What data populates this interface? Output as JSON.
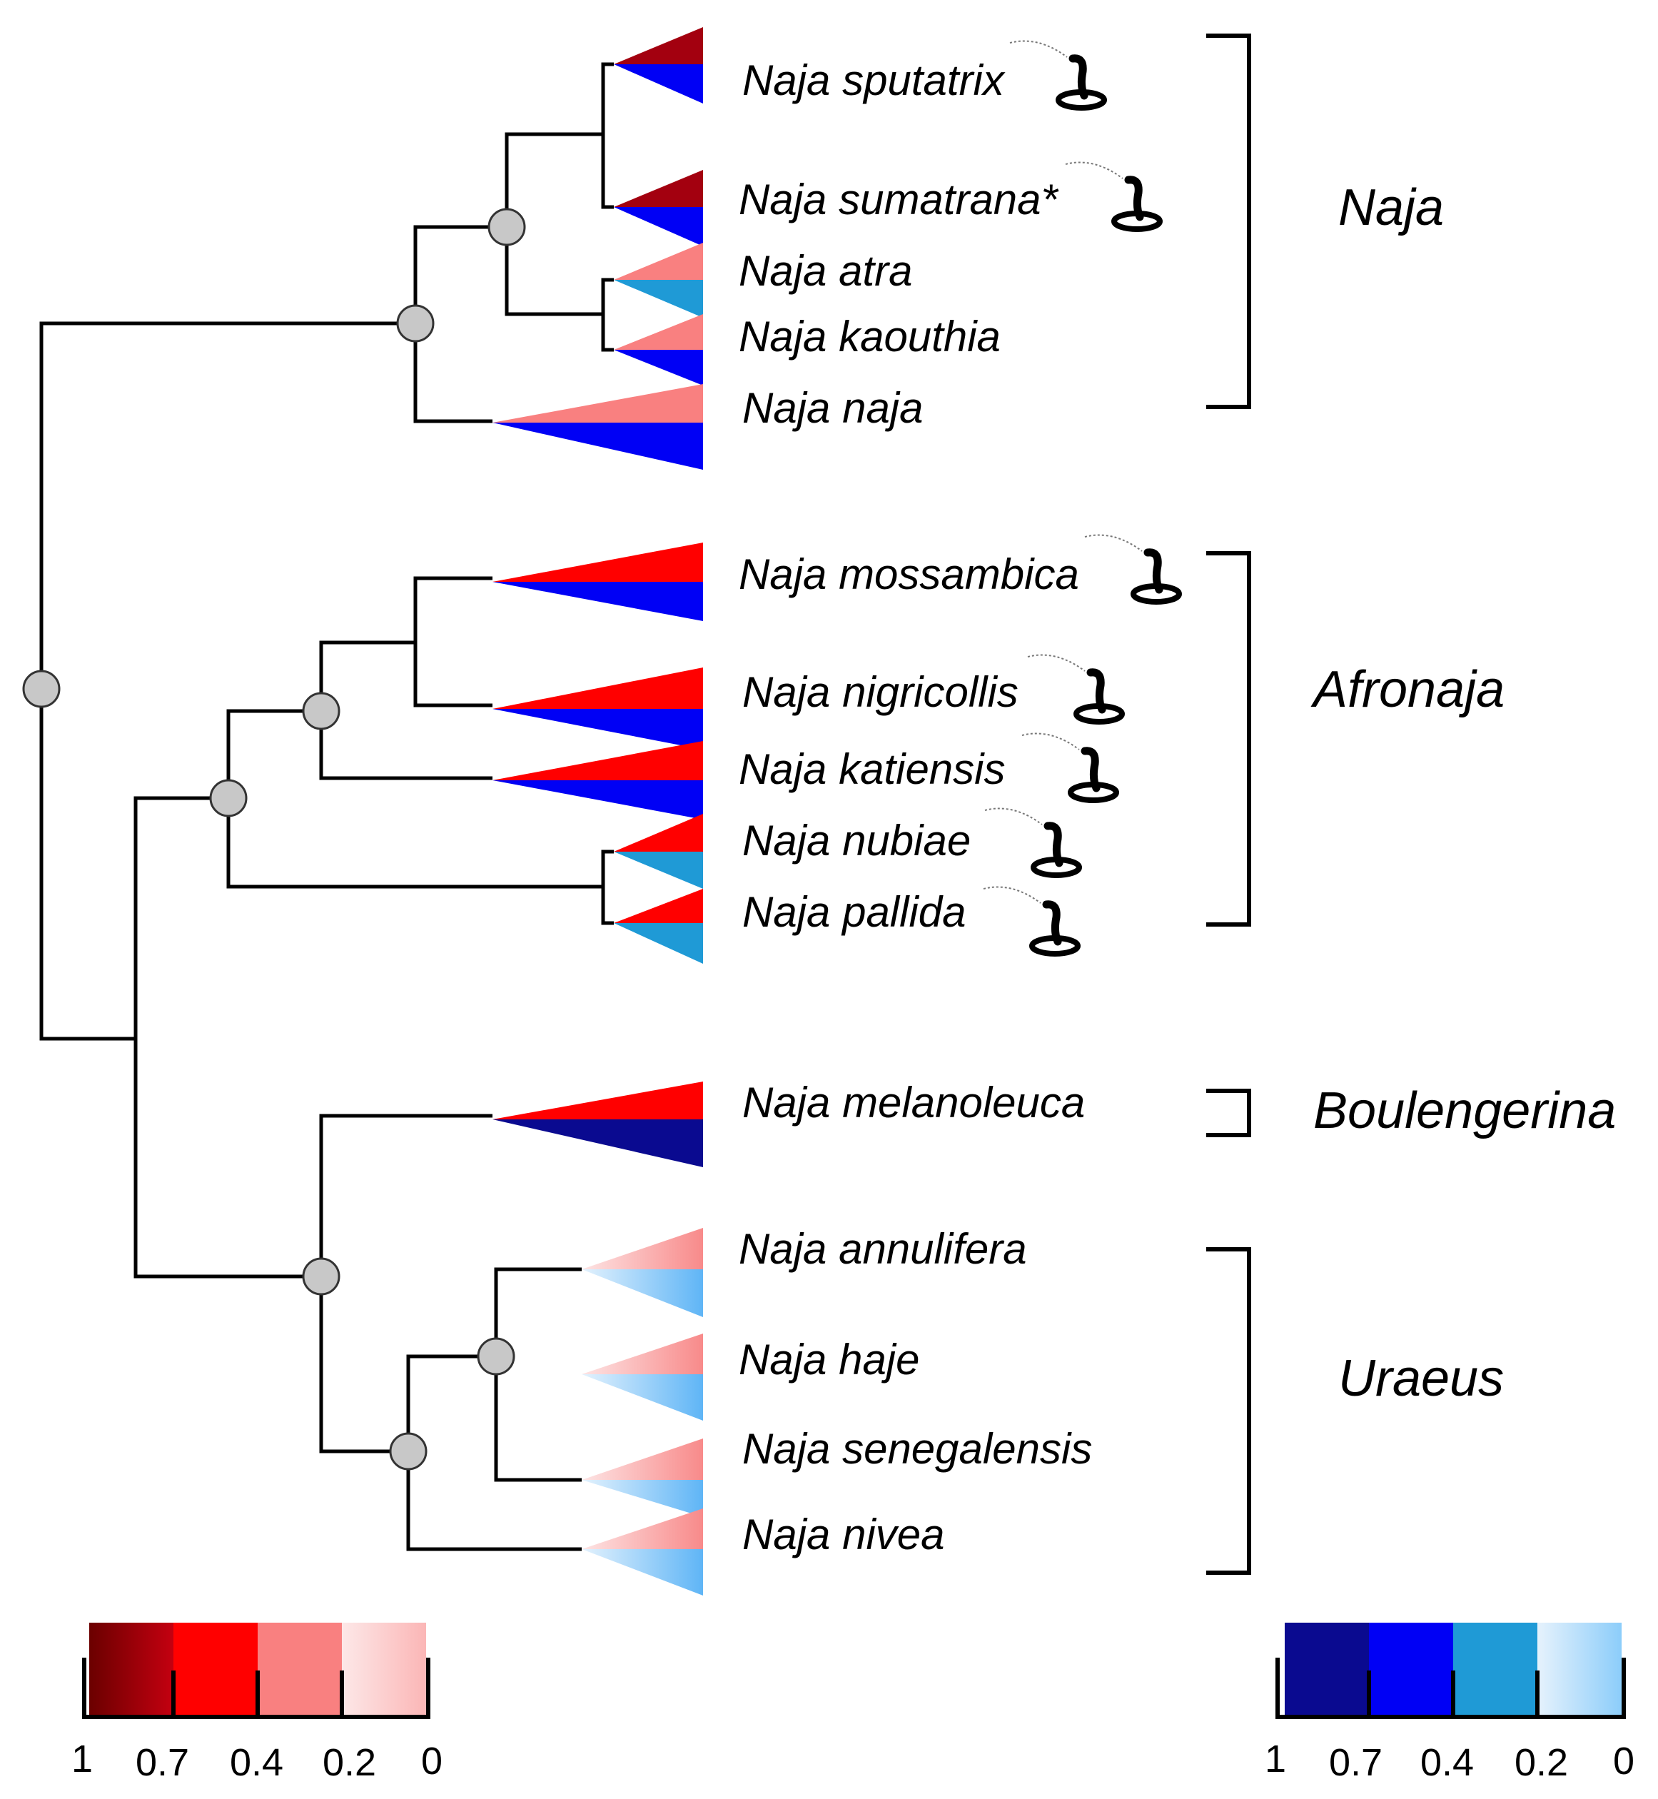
{
  "taxa": [
    {
      "name": "Naja sputatrix",
      "top": "dark_red",
      "bottom": "blue",
      "spitting": true
    },
    {
      "name": "Naja sumatrana*",
      "top": "dark_red",
      "bottom": "blue",
      "spitting": true
    },
    {
      "name": "Naja atra",
      "top": "salmon",
      "bottom": "teal",
      "spitting": false
    },
    {
      "name": "Naja kaouthia",
      "top": "salmon",
      "bottom": "blue",
      "spitting": false
    },
    {
      "name": "Naja naja",
      "top": "salmon",
      "bottom": "blue",
      "spitting": false
    },
    {
      "name": "Naja mossambica",
      "top": "red",
      "bottom": "blue",
      "spitting": true
    },
    {
      "name": "Naja nigricollis",
      "top": "red",
      "bottom": "blue",
      "spitting": true
    },
    {
      "name": "Naja katiensis",
      "top": "red",
      "bottom": "blue",
      "spitting": true
    },
    {
      "name": "Naja nubiae",
      "top": "red",
      "bottom": "teal",
      "spitting": true
    },
    {
      "name": "Naja pallida",
      "top": "red",
      "bottom": "teal",
      "spitting": true
    },
    {
      "name": "Naja melanoleuca",
      "top": "red",
      "bottom": "navy",
      "spitting": false
    },
    {
      "name": "Naja annulifera",
      "top": "pale_red",
      "bottom": "light_blue",
      "spitting": false
    },
    {
      "name": "Naja haje",
      "top": "pale_red",
      "bottom": "light_blue",
      "spitting": false
    },
    {
      "name": "Naja senegalensis",
      "top": "pale_red",
      "bottom": "light_blue",
      "spitting": false
    },
    {
      "name": "Naja nivea",
      "top": "pale_red",
      "bottom": "light_blue",
      "spitting": false
    }
  ],
  "clades": [
    {
      "name": "Naja"
    },
    {
      "name": "Afronaja"
    },
    {
      "name": "Boulengerina"
    },
    {
      "name": "Uraeus"
    }
  ],
  "colors": {
    "dark_red": "#a3000f",
    "red": "#ff0000",
    "salmon": "#f98080",
    "pale_red": "#fbb8b8",
    "navy": "#0a0a90",
    "blue": "#0000f5",
    "teal": "#1f9ad6",
    "light_blue": "#8ccdfa",
    "branch": "#000000",
    "node": "#c8c8c8"
  },
  "legend_red": {
    "ticks": [
      "1",
      "0.7",
      "0.4",
      "0.2",
      "0"
    ],
    "colors": [
      "#8b0000",
      "#ff0000",
      "#f98080",
      "#fcd0d0"
    ]
  },
  "legend_blue": {
    "ticks": [
      "1",
      "0.7",
      "0.4",
      "0.2",
      "0"
    ],
    "colors": [
      "#0a0a90",
      "#0000f5",
      "#1f9ad6",
      "#b6dcfa"
    ]
  },
  "icons": {
    "spitting": "spitting-cobra-icon"
  }
}
